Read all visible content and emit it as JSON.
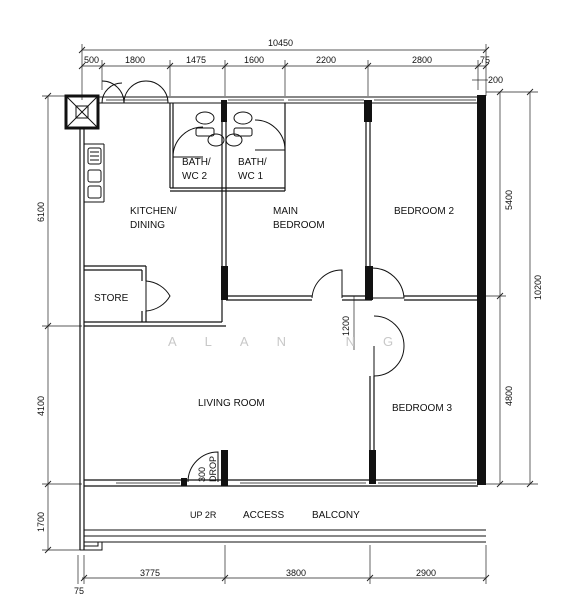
{
  "dimensions": {
    "overall_width": "10450",
    "top": [
      "500",
      "1800",
      "1475",
      "1600",
      "2200",
      "2800"
    ],
    "top_small": [
      "75",
      "200"
    ],
    "bottom": [
      "75",
      "3775",
      "3800",
      "2900"
    ],
    "left": [
      "6100",
      "4100",
      "1700"
    ],
    "right": [
      "5400",
      "4800",
      "10200"
    ],
    "corridor": "1200"
  },
  "rooms": {
    "bath_wc2": [
      "BATH/",
      "WC 2"
    ],
    "bath_wc1": [
      "BATH/",
      "WC 1"
    ],
    "kitchen": [
      "KITCHEN/",
      "DINING"
    ],
    "main_bedroom": [
      "MAIN",
      "BEDROOM"
    ],
    "bedroom2": "BEDROOM 2",
    "bedroom3": "BEDROOM 3",
    "store": "STORE",
    "living": "LIVING ROOM",
    "access_balcony": [
      "ACCESS",
      "BALCONY"
    ],
    "up": "UP 2R",
    "step": [
      "300",
      "DROP"
    ]
  },
  "watermark": "ALAN NG"
}
